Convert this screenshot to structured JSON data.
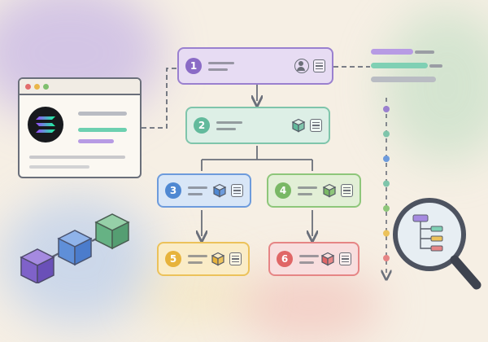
{
  "steps": [
    {
      "label": "1",
      "color": "#8a6bc6",
      "fill": "#e7dcf3",
      "border": "#9a80cf"
    },
    {
      "label": "2",
      "color": "#62ba9c",
      "fill": "#ddefe6",
      "border": "#7fc5ab"
    },
    {
      "label": "3",
      "color": "#4f88d2",
      "fill": "#d8e6f7",
      "border": "#6d9bdc"
    },
    {
      "label": "4",
      "color": "#79b865",
      "fill": "#e2efd6",
      "border": "#8ec67a"
    },
    {
      "label": "5",
      "color": "#e7b33c",
      "fill": "#faecc7",
      "border": "#ecc25a"
    },
    {
      "label": "6",
      "color": "#e06666",
      "fill": "#f8dede",
      "border": "#e68585"
    }
  ],
  "icons": {
    "node1": [
      "user-icon",
      "document-icon"
    ],
    "node2to6": [
      "cube-icon",
      "document-icon"
    ],
    "window": "browser-window-icon",
    "logo": "solana-logo-icon",
    "magnifier": "magnifying-glass-icon"
  },
  "timeline_colors": [
    "#9a80cf",
    "#7fc5ab",
    "#6d9bdc",
    "#7fc5ab",
    "#8ec67a",
    "#ecc25a",
    "#e68585"
  ]
}
